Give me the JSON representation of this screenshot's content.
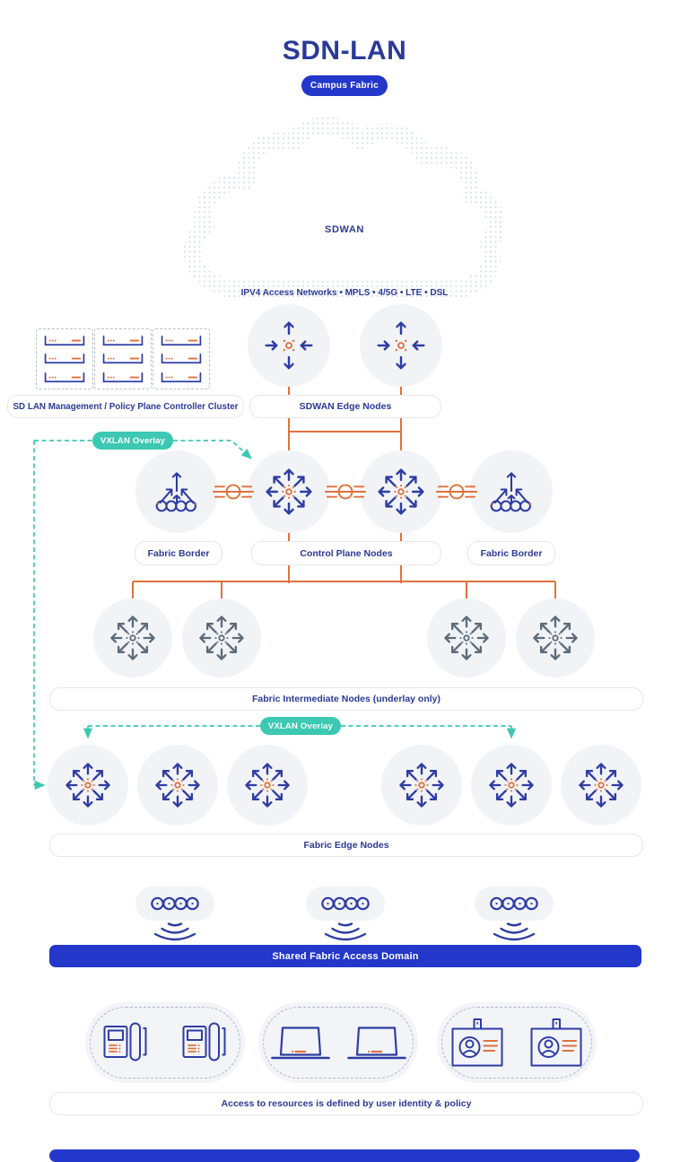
{
  "header": {
    "title": "SDN-LAN",
    "badge": "Campus Fabric"
  },
  "cloud": {
    "label": "SDWAN",
    "access_networks": "IPV4 Access Networks • MPLS • 4/5G • LTE • DSL"
  },
  "labels": {
    "controller_cluster": "SD LAN Management / Policy Plane Controller Cluster",
    "sdwan_edge_nodes": "SDWAN Edge Nodes",
    "vxlan_overlay": "VXLAN Overlay",
    "fabric_border": "Fabric Border",
    "control_plane_nodes": "Control Plane Nodes",
    "intermediate_nodes": "Fabric Intermediate Nodes (underlay only)",
    "edge_nodes": "Fabric Edge Nodes",
    "shared_access_domain": "Shared Fabric Access Domain",
    "access_policy": "Access to resources is defined by user identity & policy"
  },
  "colors": {
    "navy_text": "#2B3A97",
    "icon_navy": "#2F3DA3",
    "icon_gray": "#5D6C7B",
    "royal_blue": "#2337CB",
    "orange": "#E0713C",
    "teal": "#3CC8B2",
    "circle_bg": "#F1F3F7"
  },
  "icons": {
    "control_node": "eight-direction-arrows-router",
    "sdwan_edge_node": "vertical-out-horizontal-in-arrows-router",
    "fabric_border_node": "uplink-arrows-over-chain",
    "link": "orange-coupler",
    "server": "rack-server-unit",
    "access_point": "chain-links",
    "wifi": "downward-wifi-waves",
    "phone": "desk-ip-phone",
    "laptop": "laptop",
    "id_badge": "identity-badge"
  }
}
